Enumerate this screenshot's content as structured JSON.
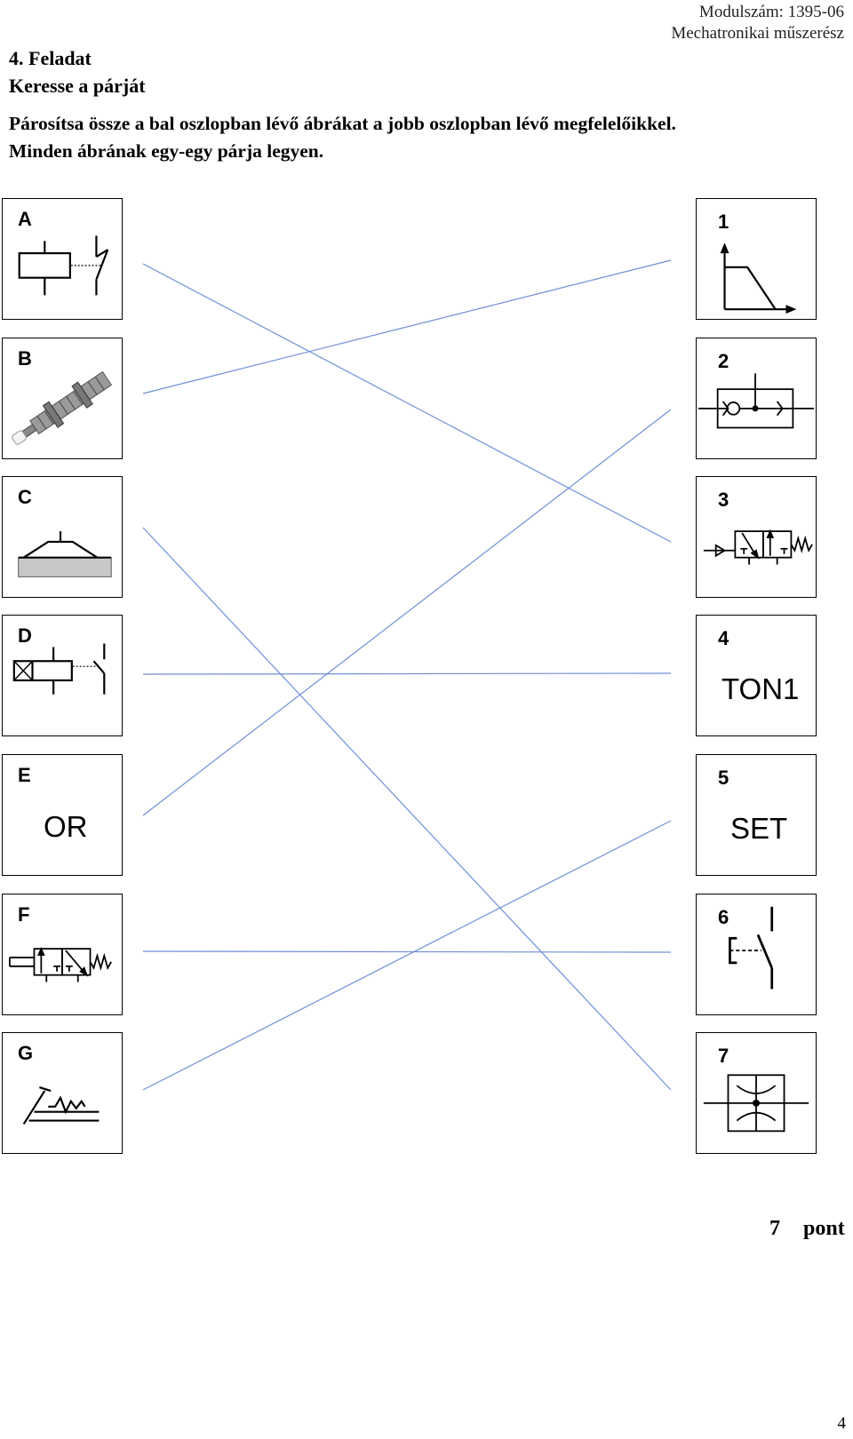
{
  "header": {
    "module": "Modulszám: 1395-06",
    "title": "Mechatronikai műszerész"
  },
  "task": {
    "number": "4. Feladat",
    "subtitle": "Keresse a párját"
  },
  "instructions": {
    "line1": "Párosítsa össze a bal oszlopban lévő ábrákat a jobb oszlopban lévő megfelelőikkel.",
    "line2": "Minden ábrának egy-egy párja legyen."
  },
  "left_items": [
    {
      "label": "A",
      "content": "relay-coil-contact-icon"
    },
    {
      "label": "B",
      "content": "proximity-sensor-photo"
    },
    {
      "label": "C",
      "content": "surface-roughness-symbol-icon"
    },
    {
      "label": "D",
      "content": "timer-relay-icon"
    },
    {
      "label": "E",
      "content": "OR"
    },
    {
      "label": "F",
      "content": "valve-pushbutton-icon"
    },
    {
      "label": "G",
      "content": "machining-symbol-icon"
    }
  ],
  "right_items": [
    {
      "label": "1",
      "content": "time-chart-icon"
    },
    {
      "label": "2",
      "content": "shuttle-valve-icon"
    },
    {
      "label": "3",
      "content": "pneumatic-valve-icon"
    },
    {
      "label": "4",
      "content": "TON1"
    },
    {
      "label": "5",
      "content": "SET"
    },
    {
      "label": "6",
      "content": "pushbutton-switch-icon"
    },
    {
      "label": "7",
      "content": "throttle-valve-icon"
    }
  ],
  "matches": [
    {
      "left": "A",
      "right": "3"
    },
    {
      "left": "B",
      "right": "1"
    },
    {
      "left": "C",
      "right": "7"
    },
    {
      "left": "D",
      "right": "4"
    },
    {
      "left": "E",
      "right": "2"
    },
    {
      "left": "F",
      "right": "6"
    },
    {
      "left": "G",
      "right": "5"
    }
  ],
  "colors": {
    "answer_line": "#6f8fd8",
    "shading": "#c8c8c8"
  },
  "score": {
    "value": "7",
    "unit": "pont"
  },
  "page_number": "4"
}
